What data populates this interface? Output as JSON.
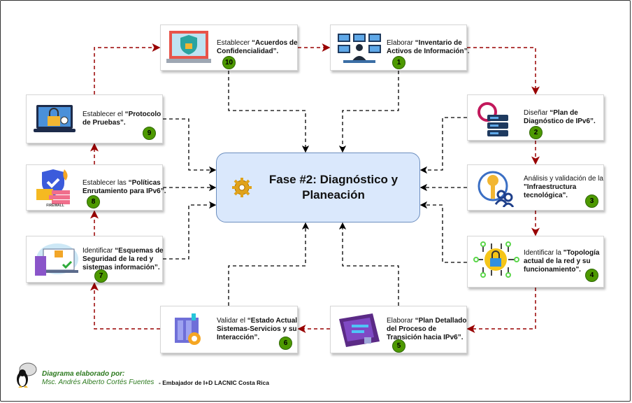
{
  "center": {
    "title": "Fase #2: Diagnóstico y Planeación",
    "icon": "gear-icon"
  },
  "steps": [
    {
      "n": "1",
      "pre": "Elaborar ",
      "bold": "“Inventario de Activos de Información”.",
      "icon": "monitoring-screens-icon"
    },
    {
      "n": "2",
      "pre": "Diseñar ",
      "bold": "“Plan de Diagnóstico de IPv6”.",
      "icon": "server-refresh-icon"
    },
    {
      "n": "3",
      "pre": "Análisis y validación de la ",
      "bold": "\"Infraestructura tecnológica\".",
      "icon": "key-users-icon"
    },
    {
      "n": "4",
      "pre": "Identificar la ",
      "bold": "\"Topología actual de la red y su funcionamiento\".",
      "icon": "circuit-lock-icon"
    },
    {
      "n": "5",
      "pre": "Elaborar ",
      "bold": "“Plan Detallado del Proceso de Transición hacia IPv6”.",
      "icon": "secure-transition-icon"
    },
    {
      "n": "6",
      "pre": "Validar el ",
      "bold": "“Estado Actual Sistemas-Servicios y su Interacción”.",
      "icon": "systems-gear-icon"
    },
    {
      "n": "7",
      "pre": "Identificar ",
      "bold": "“Esquemas de Seguridad de la red y sistemas información”.",
      "icon": "security-laptop-icon"
    },
    {
      "n": "8",
      "pre": "Establecer las ",
      "bold": "“Políticas Enrutamiento para IPv6”.",
      "icon": "firewall-shield-icon",
      "icon_caption": "FIREWALL"
    },
    {
      "n": "9",
      "pre": "Establecer el ",
      "bold": "“Protocolo de Pruebas”.",
      "icon": "laptop-lock-icon"
    },
    {
      "n": "10",
      "pre": "Establecer ",
      "bold": "“Acuerdos de Confidencialidad”.",
      "icon": "laptop-shield-icon"
    }
  ],
  "footer": {
    "line1": "Diagrama elaborado por:",
    "author": "Msc. Andrés Alberto Cortés Fuentes",
    "role": "- Embajador de I+D LACNIC Costa Rica",
    "logo": "gnu-tux-logo"
  },
  "colors": {
    "cycle_arrow": "#990000",
    "center_arrow": "#000000",
    "badge": "#4d9900",
    "center_fill": "#dae8fc",
    "center_border": "#6c8ebf"
  }
}
